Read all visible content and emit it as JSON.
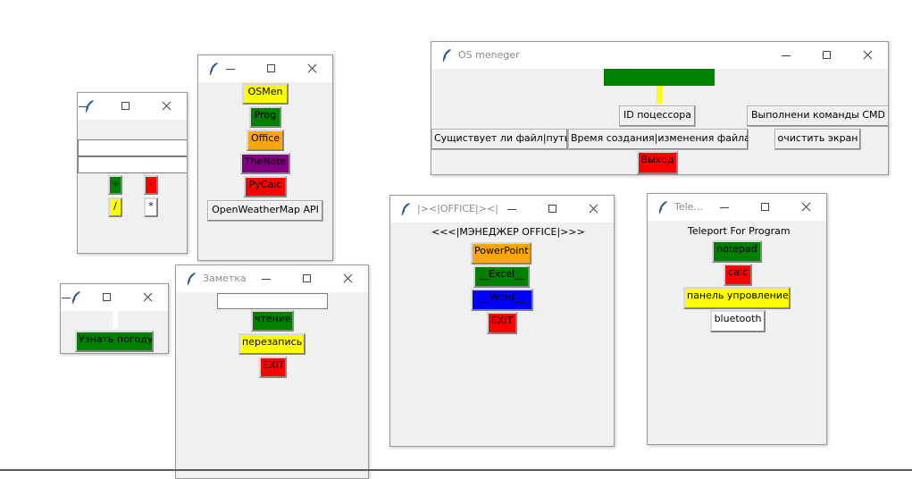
{
  "calc": {
    "buttons": {
      "plus": "+",
      "minus": "-",
      "divide": "/",
      "multiply": "*"
    },
    "colors": {
      "plus": "#008000",
      "minus": "#ff0000",
      "divide": "#ffff00",
      "multiply": "#ffffff"
    }
  },
  "launcher": {
    "buttons": [
      "OSMen",
      "Prog",
      "Office",
      "TheNote",
      "PyCalc"
    ],
    "colors": [
      "#ffff00",
      "#008000",
      "#ffa500",
      "#800080",
      "#ff0000"
    ],
    "api_button": "OpenWeatherMap API"
  },
  "weather": {
    "button": "Узнать погоду",
    "color": "#008000"
  },
  "note": {
    "title": "Заметка",
    "buttons": [
      "чтение",
      "перезапись",
      "EXIT"
    ],
    "colors": [
      "#008000",
      "#ffff00",
      "#ff0000"
    ]
  },
  "office": {
    "title": "|><|OFFICE|><|",
    "heading": "<<<|МЭНЕДЖЕР OFFICE|>>>",
    "buttons": [
      "PowerPoint",
      "__Excel__",
      "__Word__",
      "EXIT"
    ],
    "colors": [
      "#ffa500",
      "#008000",
      "#0000ff",
      "#ff0000"
    ]
  },
  "osm": {
    "title": "OS meneger",
    "cpu_id": "ID поцессора",
    "cmd": "Выполнени команды CMD",
    "file_exists": "Сущиствует ли файл|путь",
    "ctime": "Время создания|изменения файла",
    "clear": "очистить экран",
    "exit": "Выход",
    "colors": {
      "bar": "#008000",
      "indicator": "#ffff00",
      "exit": "#ff0000"
    }
  },
  "teleport": {
    "title": "Tele...",
    "heading": "Teleport For Program",
    "buttons": [
      "notepad",
      "calc",
      "панель упровление",
      "bluetooth"
    ],
    "colors": [
      "#008000",
      "#ff0000",
      "#ffff00",
      "#ffffff"
    ]
  },
  "icons": {
    "app": "feather-icon",
    "minimize": "minimize-icon",
    "maximize": "maximize-icon",
    "close": "close-icon"
  }
}
